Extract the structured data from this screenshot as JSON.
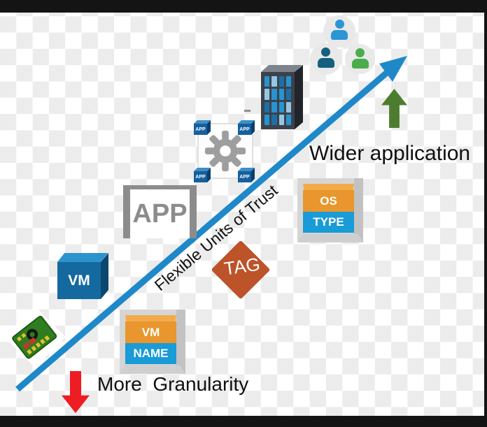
{
  "labels": {
    "axis": "Flexible Units of Trust",
    "wider": "Wider application",
    "granularity": "More  Granularity"
  },
  "nodes": {
    "vm": {
      "label": "VM"
    },
    "app": {
      "label": "APP"
    },
    "vm_name": {
      "top": "VM",
      "bottom": "NAME"
    },
    "os_type": {
      "top": "OS",
      "bottom": "TYPE"
    },
    "tag": {
      "label": "TAG"
    },
    "app_group": {
      "cube_label": "APP"
    }
  },
  "icons": {
    "nic": "circuit-board-icon",
    "gear": "gear-icon",
    "building": "office-building-icon",
    "users": "user-group-icon",
    "up": "green-up-arrow-icon",
    "down": "red-down-arrow-icon",
    "trend": "diagonal-trend-arrow-icon"
  },
  "colors": {
    "trend_arrow_blue": "#1e88c9",
    "up_arrow_green": "#4c7d2e",
    "down_arrow_red": "#ee1c23",
    "box_orange": "#e8962d",
    "box_blue": "#189bd7",
    "vm_cube_blue": "#14699f",
    "tag_orange": "#bd5329",
    "neutral_gray": "#8c8c8c",
    "letterbox_black": "#141414"
  }
}
